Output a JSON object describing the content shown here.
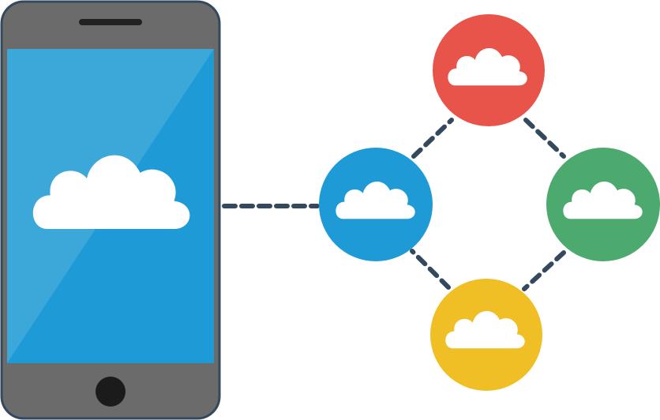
{
  "colors": {
    "phone_body": "#6b6b6b",
    "phone_outline": "#34495e",
    "phone_screen": "#1e9bd7",
    "screen_shine": "#55b3dd",
    "speaker": "#222222",
    "home_button": "#1b1b1b",
    "cloud": "#ffffff",
    "connector": "#34495e"
  },
  "nodes": [
    {
      "id": "left",
      "color": "#1e9bd7"
    },
    {
      "id": "top",
      "color": "#e8534a"
    },
    {
      "id": "right",
      "color": "#4caa6e"
    },
    {
      "id": "bottom",
      "color": "#f0be25"
    }
  ]
}
